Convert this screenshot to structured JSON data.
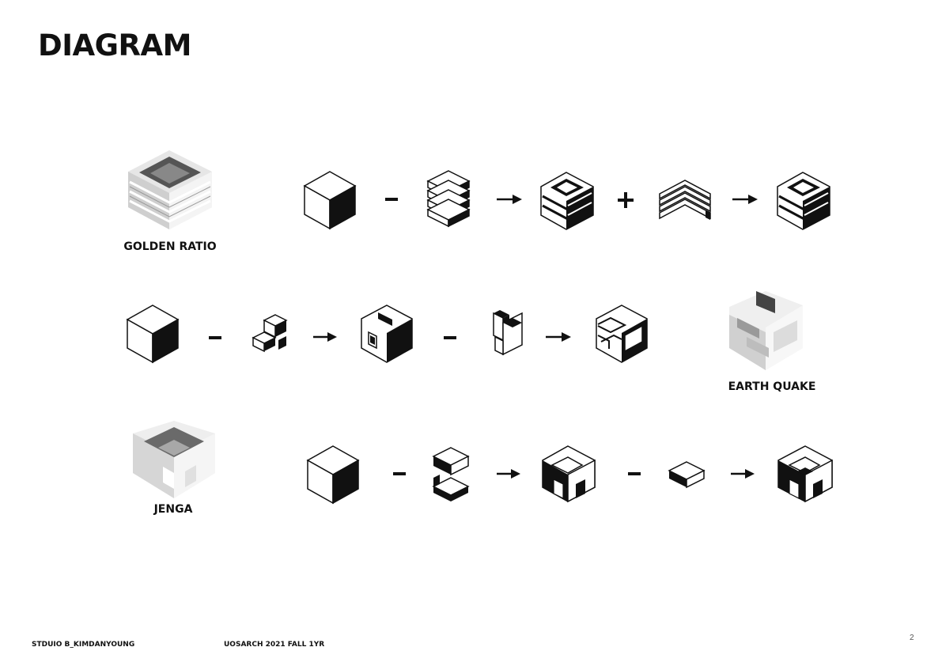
{
  "page": {
    "title": "DIAGRAM",
    "page_number": "2"
  },
  "labels": {
    "golden_ratio": "GOLDEN RATIO",
    "earth_quake": "EARTH QUAKE",
    "jenga": "JENGA"
  },
  "footer": {
    "studio": "STDUIO B_KIMDANYOUNG",
    "course": "UOSARCH 2021 FALL 1YR"
  },
  "colors": {
    "ink": "#111111",
    "face_light": "#ffffff",
    "face_dark": "#111111",
    "render_light": "#f2f2f2",
    "render_mid": "#c8c8c8",
    "render_dark": "#555555"
  },
  "operators": {
    "minus": "minus",
    "plus": "plus",
    "arrow": "arrow"
  }
}
